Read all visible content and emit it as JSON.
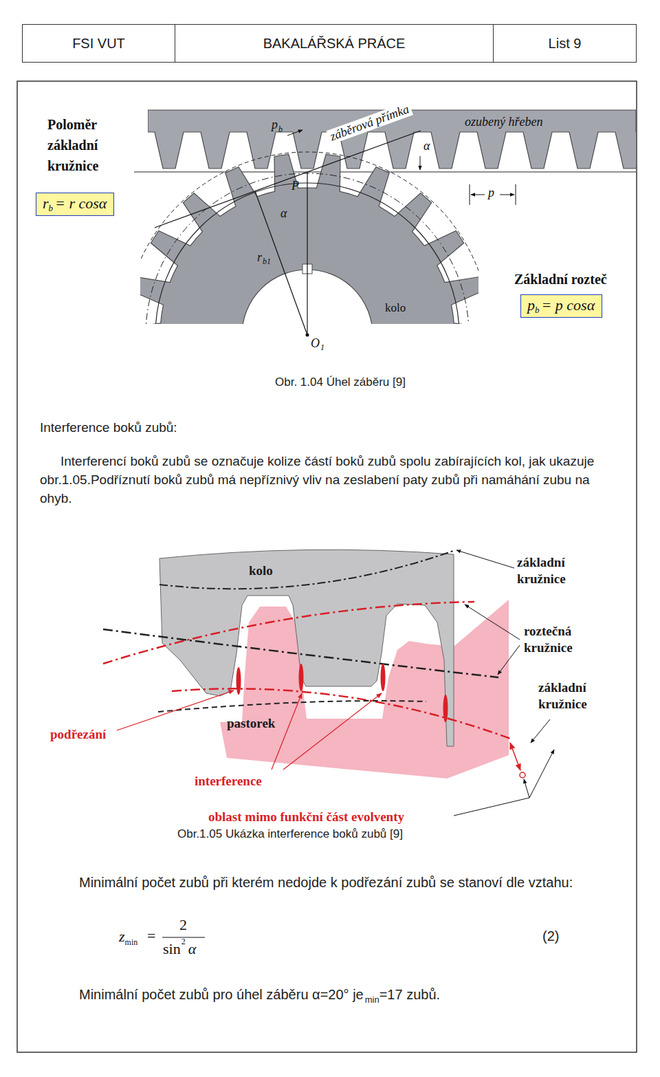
{
  "diagram": {
    "nodes": [
      {
        "text": [
          "FSI VUT"
        ]
      },
      {
        "text": [
          "BAKALÁŘSKÁ PRÁCE"
        ]
      },
      {
        "text": [
          "List 9"
        ]
      },
      {
        "text": [
          "Poloměr základní kružnice",
          "r",
          "b",
          "= r cosα"
        ]
      },
      {
        "text": [
          "Základní rozteč",
          "p",
          "b",
          "= p cosα"
        ]
      }
    ],
    "labels": [
      "p",
      "b",
      "záběrová přímka",
      "ozubený hřeben",
      "α",
      "P",
      "p",
      "α",
      "r",
      "b1",
      "kolo",
      "O",
      "1",
      "Obr. 1.04 Úhel záběru [9]",
      "Interference boků zubů:",
      "Interferencí boků zubů se označuje kolize částí boků zubů spolu zabírajících kol, jak ukazuje obr.1.05.Podříznutí boků zubů má nepříznivý vliv na zeslabení paty zubů při namáhání zubu na ohyb.",
      "kolo",
      "základní kružnice",
      "roztečná kružnice",
      "základní kružnice",
      "pastorek",
      "podřezání",
      "interference",
      "oblast mimo funkční část evolventy",
      "Obr.1.05 Ukázka interference boků zubů [9]",
      "Minimální počet zubů při kterém nedojde k podřezání zubů se stanoví dle vztahu:",
      "z",
      "min",
      "=",
      "2",
      "sin",
      "2",
      "α",
      "(2)",
      "Minimální počet zubů pro úhel záběru α=20° je",
      "min",
      "=17 zubů."
    ]
  }
}
